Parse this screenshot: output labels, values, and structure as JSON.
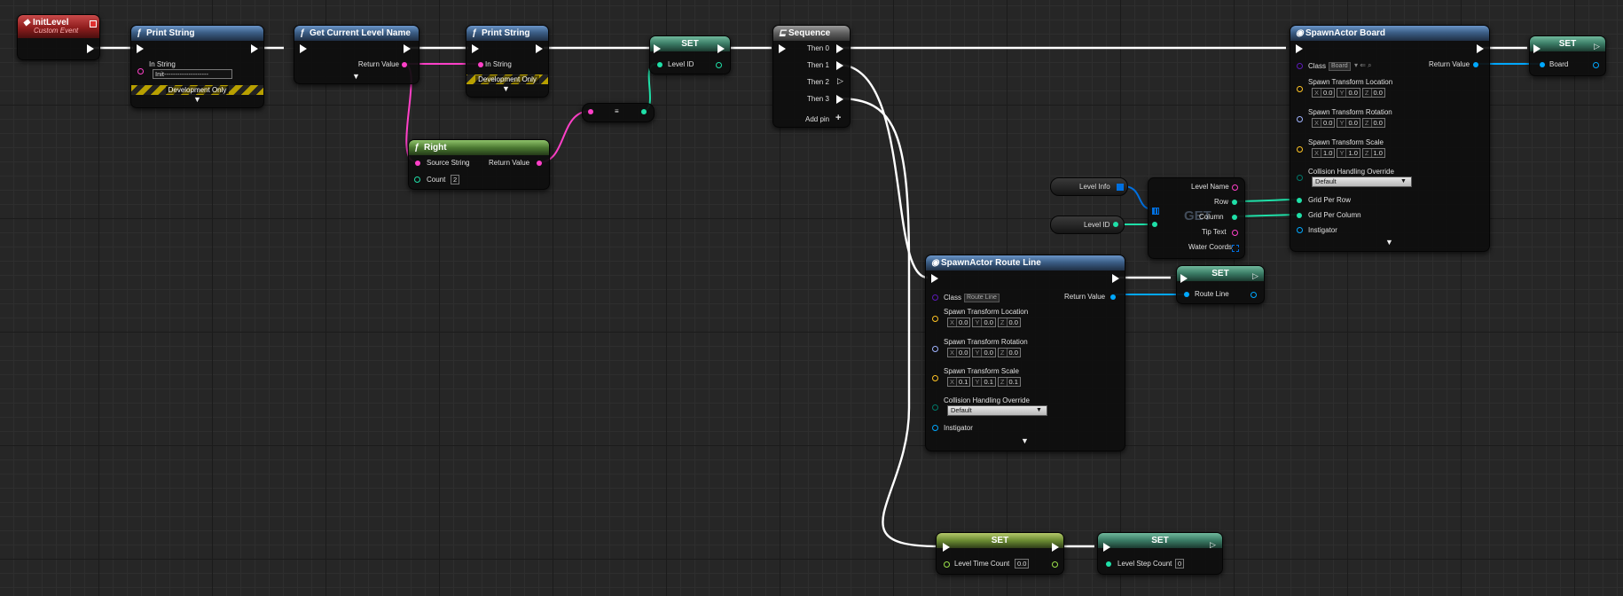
{
  "nodes": {
    "init_level": {
      "title": "InitLevel",
      "subtitle": "Custom Event"
    },
    "print_string_1": {
      "title": "Print String",
      "in_string_label": "In String",
      "in_string_value": "Init--------------------",
      "dev_only": "Development Only"
    },
    "get_level_name": {
      "title": "Get Current Level Name",
      "return_value": "Return Value"
    },
    "print_string_2": {
      "title": "Print String",
      "in_string_label": "In String",
      "dev_only": "Development Only"
    },
    "right": {
      "title": "Right",
      "source_string": "Source String",
      "return_value": "Return Value",
      "count_label": "Count",
      "count_value": "2"
    },
    "set_level_id": {
      "title": "SET",
      "pin": "Level ID"
    },
    "convert": {
      "symbol": "≡"
    },
    "sequence": {
      "title": "Sequence",
      "pins": [
        "Then 0",
        "Then 1",
        "Then 2",
        "Then 3"
      ],
      "add_pin": "Add pin"
    },
    "spawn_board": {
      "title": "SpawnActor Board",
      "class_label": "Class",
      "class_value": "Board",
      "return_value": "Return Value",
      "loc_label": "Spawn Transform Location",
      "loc": [
        "0.0",
        "0.0",
        "0.0"
      ],
      "rot_label": "Spawn Transform Rotation",
      "rot": [
        "0.0",
        "0.0",
        "0.0"
      ],
      "scale_label": "Spawn Transform Scale",
      "scale": [
        "1.0",
        "1.0",
        "1.0"
      ],
      "collision_label": "Collision Handling Override",
      "collision_value": "Default",
      "grid_row": "Grid Per Row",
      "grid_col": "Grid Per Column",
      "instigator": "Instigator"
    },
    "set_board": {
      "title": "SET",
      "pin": "Board"
    },
    "level_info": {
      "label": "Level Info"
    },
    "level_id_get": {
      "label": "Level ID"
    },
    "get_struct": {
      "big": "GET",
      "pins": [
        "Level Name",
        "Row",
        "Column",
        "Tip Text",
        "Water Coords"
      ]
    },
    "spawn_route": {
      "title": "SpawnActor Route Line",
      "class_label": "Class",
      "class_value": "Route Line",
      "return_value": "Return Value",
      "loc_label": "Spawn Transform Location",
      "loc": [
        "0.0",
        "0.0",
        "0.0"
      ],
      "rot_label": "Spawn Transform Rotation",
      "rot": [
        "0.0",
        "0.0",
        "0.0"
      ],
      "scale_label": "Spawn Transform Scale",
      "scale": [
        "0.1",
        "0.1",
        "0.1"
      ],
      "collision_label": "Collision Handling Override",
      "collision_value": "Default",
      "instigator": "Instigator"
    },
    "set_route": {
      "title": "SET",
      "pin": "Route Line"
    },
    "set_time": {
      "title": "SET",
      "pin": "Level Time Count",
      "value": "0.0"
    },
    "set_step": {
      "title": "SET",
      "pin": "Level Step Count",
      "value": "0"
    }
  },
  "axes": [
    "X",
    "Y",
    "Z"
  ],
  "colors": {
    "exec": "#ffffff",
    "string": "#ff40c8",
    "int": "#1fe0a8",
    "object": "#00a8ff",
    "struct": "#0070e0",
    "vector": "#ffc424",
    "rotator": "#a0b4ff",
    "enum": "#00786a",
    "class": "#5c1ab8"
  }
}
